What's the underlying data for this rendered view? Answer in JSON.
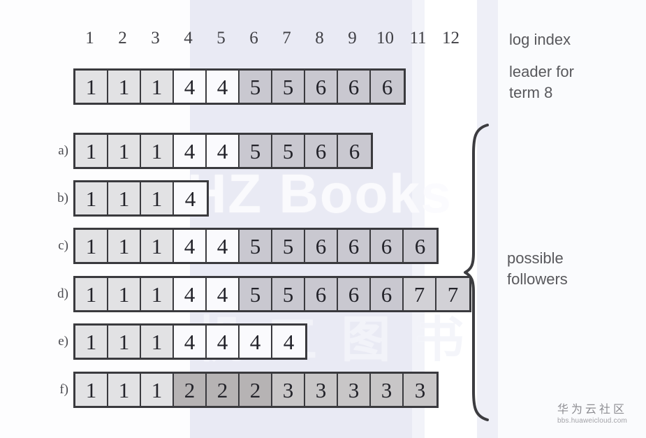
{
  "figure": {
    "title_absent": true,
    "log_index_label": "log index",
    "leader_label": "leader for\nterm 8",
    "followers_label": "possible\nfollowers",
    "index_numbers": [
      "1",
      "2",
      "3",
      "4",
      "5",
      "6",
      "7",
      "8",
      "9",
      "10",
      "11",
      "12"
    ],
    "row_labels": {
      "a": "a)",
      "b": "b)",
      "c": "c)",
      "d": "d)",
      "e": "e)",
      "f": "f)"
    }
  },
  "ghost_watermarks": {
    "hz_books": "HZ Books",
    "cjk": "机 工 图 书"
  },
  "watermark": {
    "cjk": "华为云社区",
    "url": "bbs.huaweicloud.com"
  },
  "colors": {
    "cell_border": "#3a3a3e",
    "text": "#23232a",
    "caption": "#58585c",
    "band": "#e9eaf4",
    "term1": "#e2e2e4",
    "term2": "#b6b3b4",
    "term3": "#c8c6c7",
    "term4": "#fafafd",
    "term5": "#c9c8d0",
    "term6": "#c9c8d0",
    "term7": "#d2d1d6"
  },
  "chart_data": {
    "type": "table",
    "title": "Raft log replication: leader and possible follower logs",
    "xlabel": "log index",
    "categories": [
      "1",
      "2",
      "3",
      "4",
      "5",
      "6",
      "7",
      "8",
      "9",
      "10",
      "11",
      "12"
    ],
    "series": [
      {
        "name": "leader for term 8",
        "label": "",
        "values": [
          1,
          1,
          1,
          4,
          4,
          5,
          5,
          6,
          6,
          6
        ]
      },
      {
        "name": "a",
        "label": "a)",
        "values": [
          1,
          1,
          1,
          4,
          4,
          5,
          5,
          6,
          6
        ]
      },
      {
        "name": "b",
        "label": "b)",
        "values": [
          1,
          1,
          1,
          4
        ]
      },
      {
        "name": "c",
        "label": "c)",
        "values": [
          1,
          1,
          1,
          4,
          4,
          5,
          5,
          6,
          6,
          6,
          6
        ]
      },
      {
        "name": "d",
        "label": "d)",
        "values": [
          1,
          1,
          1,
          4,
          4,
          5,
          5,
          6,
          6,
          6,
          7,
          7
        ]
      },
      {
        "name": "e",
        "label": "e)",
        "values": [
          1,
          1,
          1,
          4,
          4,
          4,
          4
        ]
      },
      {
        "name": "f",
        "label": "f)",
        "values": [
          1,
          1,
          1,
          2,
          2,
          2,
          3,
          3,
          3,
          3,
          3
        ]
      }
    ],
    "legend_position": "right",
    "grid": false
  }
}
